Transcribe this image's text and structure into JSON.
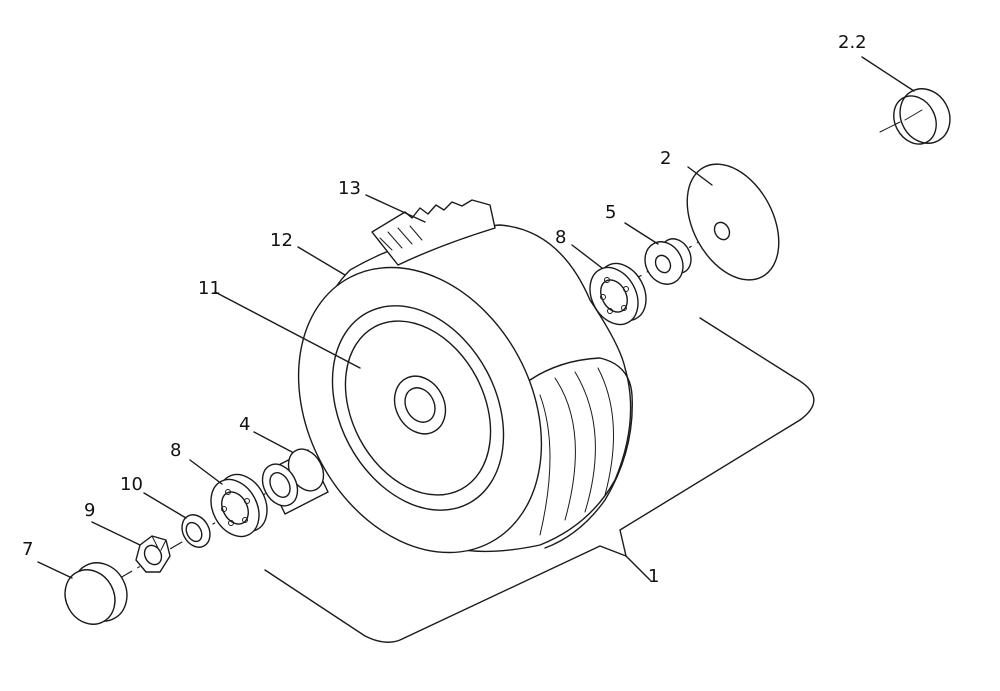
{
  "diagram": {
    "part_labels": {
      "p1": "1",
      "p2": "2",
      "p2_2": "2.2",
      "p4": "4",
      "p5": "5",
      "p7": "7",
      "p8a": "8",
      "p8b": "8",
      "p9": "9",
      "p10": "10",
      "p11": "11",
      "p12": "12",
      "p13": "13"
    }
  }
}
